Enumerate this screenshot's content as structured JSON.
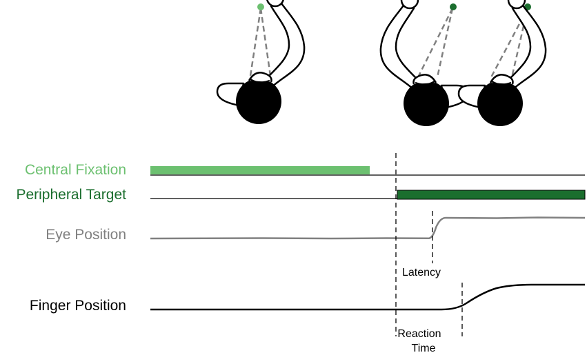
{
  "labels": {
    "central_fixation": "Central Fixation",
    "peripheral_target": "Peripheral Target",
    "eye_position": "Eye Position",
    "finger_position": "Finger Position",
    "latency": "Latency",
    "reaction_time_line1": "Reaction",
    "reaction_time_line2": "Time"
  },
  "colors": {
    "central_fixation": "#6cc070",
    "peripheral_target": "#1b6e2e",
    "eye_position": "#808080",
    "finger_position": "#000000",
    "figure_stroke": "#000000",
    "gaze_line": "#808080"
  },
  "figures": [
    {
      "name": "subject-fixating-center",
      "target_dot_color": "central_fixation"
    },
    {
      "name": "subject-looking-at-target",
      "target_dot_color": "peripheral_target"
    },
    {
      "name": "subject-pointing-at-target",
      "target_dot_color": "peripheral_target"
    }
  ]
}
